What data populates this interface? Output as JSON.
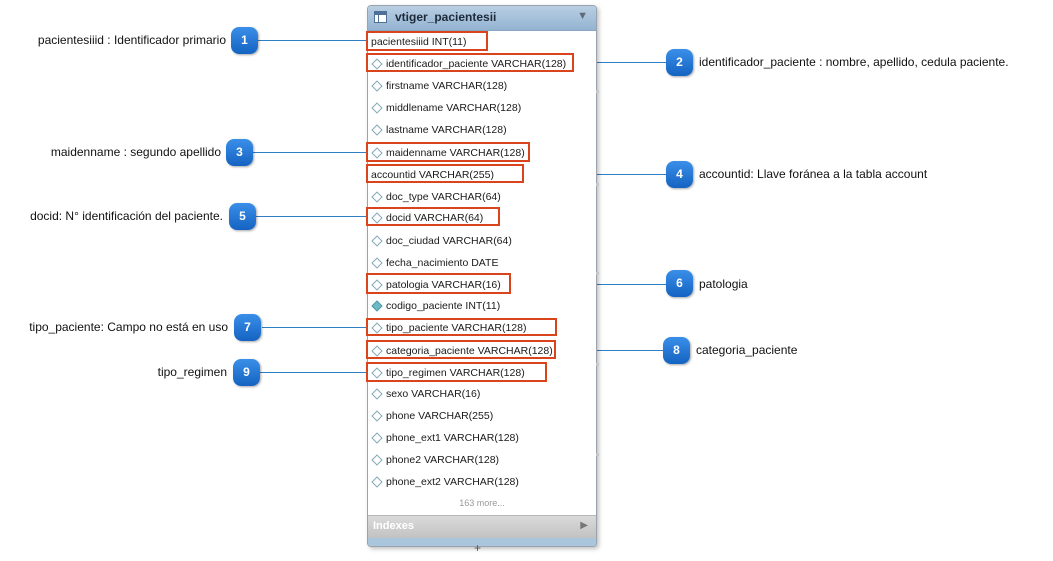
{
  "table": {
    "name": "vtiger_pacientesii",
    "more_label": "163 more...",
    "indexes_label": "Indexes",
    "columns": [
      {
        "text": "pacientesiiid INT(11)",
        "icon": "none"
      },
      {
        "text": "identificador_paciente VARCHAR(128)",
        "icon": "diamond"
      },
      {
        "text": "firstname VARCHAR(128)",
        "icon": "diamond"
      },
      {
        "text": "middlename VARCHAR(128)",
        "icon": "diamond"
      },
      {
        "text": "lastname VARCHAR(128)",
        "icon": "diamond"
      },
      {
        "text": "maidenname VARCHAR(128)",
        "icon": "diamond"
      },
      {
        "text": "accountid VARCHAR(255)",
        "icon": "none"
      },
      {
        "text": "doc_type VARCHAR(64)",
        "icon": "diamond"
      },
      {
        "text": "docid VARCHAR(64)",
        "icon": "diamond"
      },
      {
        "text": "doc_ciudad VARCHAR(64)",
        "icon": "diamond"
      },
      {
        "text": "fecha_nacimiento DATE",
        "icon": "diamond"
      },
      {
        "text": "patologia VARCHAR(16)",
        "icon": "diamond"
      },
      {
        "text": "codigo_paciente INT(11)",
        "icon": "diamond-filled"
      },
      {
        "text": "tipo_paciente VARCHAR(128)",
        "icon": "diamond"
      },
      {
        "text": "categoria_paciente VARCHAR(128)",
        "icon": "diamond"
      },
      {
        "text": "tipo_regimen VARCHAR(128)",
        "icon": "diamond"
      },
      {
        "text": "sexo VARCHAR(16)",
        "icon": "diamond"
      },
      {
        "text": "phone VARCHAR(255)",
        "icon": "diamond"
      },
      {
        "text": "phone_ext1 VARCHAR(128)",
        "icon": "diamond"
      },
      {
        "text": "phone2 VARCHAR(128)",
        "icon": "diamond"
      },
      {
        "text": "phone_ext2 VARCHAR(128)",
        "icon": "diamond"
      }
    ]
  },
  "callouts": [
    {
      "number": "1",
      "text": "pacientesiiid : Identificador primario"
    },
    {
      "number": "2",
      "text": "identificador_paciente : nombre, apellido, cedula paciente."
    },
    {
      "number": "3",
      "text": "maidenname : segundo apellido"
    },
    {
      "number": "4",
      "text": "accountid: Llave foránea a la tabla account"
    },
    {
      "number": "5",
      "text": "docid: N° identificación del paciente."
    },
    {
      "number": "6",
      "text": "patologia"
    },
    {
      "number": "7",
      "text": "tipo_paciente: Campo no está en uso"
    },
    {
      "number": "8",
      "text": "categoria_paciente"
    },
    {
      "number": "9",
      "text": "tipo_regimen"
    }
  ],
  "colors": {
    "accent_blue": "#1f74d6",
    "highlight_red": "#d9441d",
    "connector_blue": "#2f7fc5",
    "header_blue": "#a9c6dd"
  },
  "icons": {
    "table_icon": "table-icon",
    "collapse_icon": "triangle-down-icon",
    "expand_icon": "triangle-right-icon",
    "column_icon": "diamond-icon"
  }
}
